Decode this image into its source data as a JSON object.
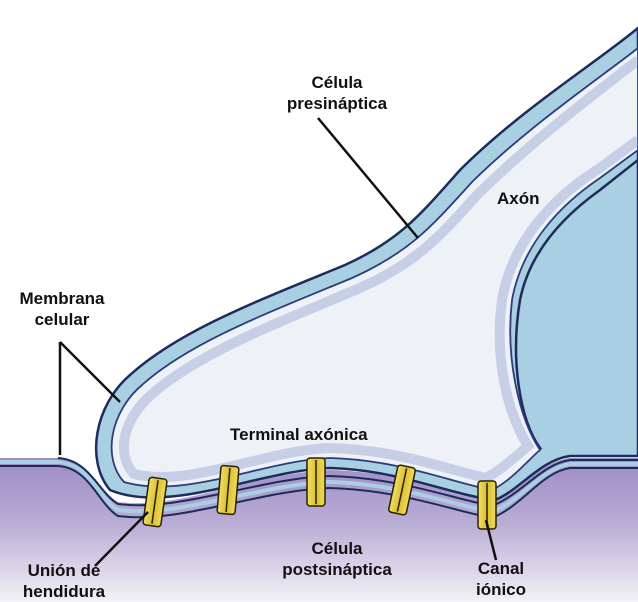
{
  "labels": {
    "presynaptic": [
      "Célula",
      "presináptica"
    ],
    "axon": "Axón",
    "membrane": [
      "Membrana",
      "celular"
    ],
    "terminal": "Terminal axónica",
    "gap_junction": [
      "Unión de",
      "hendidura"
    ],
    "postsynaptic": [
      "Célula",
      "postsináptica"
    ],
    "ion_channel": [
      "Canal",
      "iónico"
    ]
  },
  "colors": {
    "membrane_fill": "#a9cfe3",
    "membrane_edge": "#1e2c5c",
    "cytoplasm": "#eef1f6",
    "cell_shading": "#7b8fc8",
    "postsynaptic_tissue": "#a99ac9",
    "channel": "#e5cf4a",
    "channel_edge": "#2a2000"
  }
}
